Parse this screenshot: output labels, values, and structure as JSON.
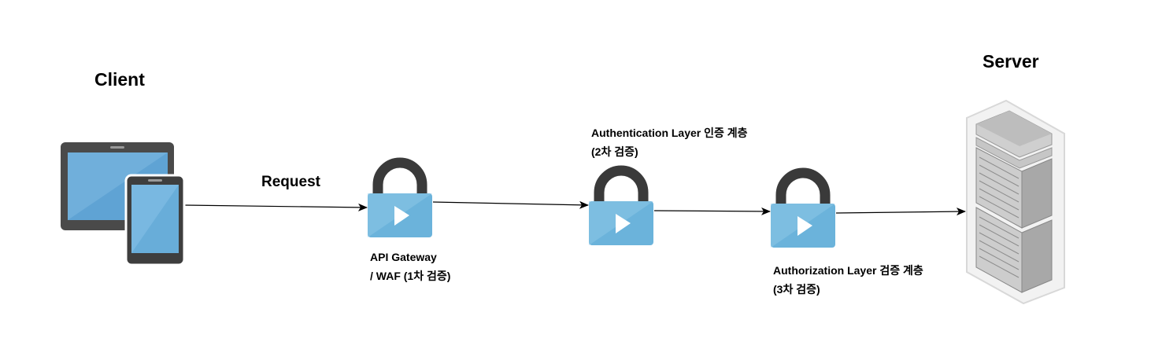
{
  "nodes": {
    "client": {
      "label": "Client"
    },
    "server": {
      "label": "Server"
    },
    "api_gateway": {
      "line1": "API Gateway",
      "line2": "/ WAF (1차 검증)"
    },
    "authentication": {
      "line1": "Authentication Layer 인증 계층",
      "line2": "(2차 검증)"
    },
    "authorization": {
      "line1": "Authorization Layer 검증 계층",
      "line2": "(3차 검증)"
    }
  },
  "edges": {
    "request": {
      "label": "Request"
    }
  },
  "icons": {
    "client": "tablet-and-phone-icon",
    "lock": "lock-icon",
    "server": "server-rack-icon"
  },
  "colors": {
    "lock_body": "#6bb3db",
    "lock_body_light": "#8cc7e6",
    "lock_shackle": "#3a3a3a",
    "device_frame": "#4a4a4a",
    "device_screen": "#5fa3d4",
    "arrow": "#000000"
  }
}
